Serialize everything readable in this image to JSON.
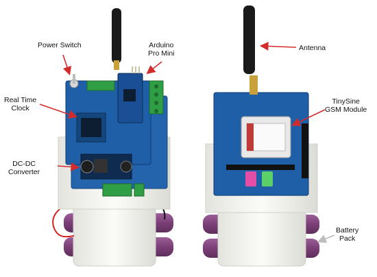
{
  "labels": {
    "power_switch": "Power Switch",
    "arduino_line1": "Arduino",
    "arduino_line2": "Pro Mini",
    "rtc_line1": "Real Time",
    "rtc_line2": "Clock",
    "dcdc_line1": "DC-DC",
    "dcdc_line2": "Converter",
    "antenna": "Antenna",
    "gsm_line1": "TinySine",
    "gsm_line2": "GSM Module",
    "battery_line1": "Battery",
    "battery_line2": "Pack"
  },
  "colors": {
    "arrow": "#d22b2b",
    "battery_arrow": "#bbbbbb",
    "pcb_blue": "#1f5fa8",
    "pcb_dark": "#0e2d52",
    "terminal_green": "#2f9e44",
    "enclosure_white": "#f1f1ee",
    "battery_purple": "#8a4f86",
    "antenna_black": "#1a1a1a",
    "antenna_gold": "#c9a13a"
  }
}
